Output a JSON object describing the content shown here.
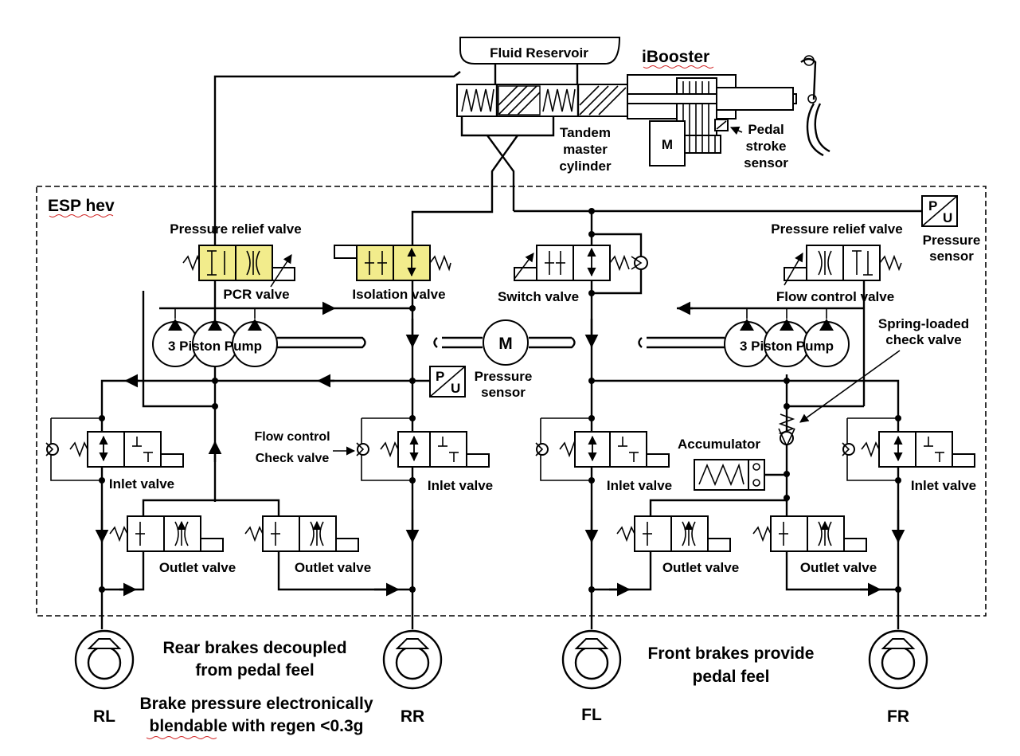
{
  "labels": {
    "fluid_reservoir": "Fluid Reservoir",
    "ibooster": "iBooster",
    "motor_small": "M",
    "tandem_1": "Tandem",
    "tandem_2": "master",
    "tandem_3": "cylinder",
    "pedal_1": "Pedal",
    "pedal_2": "stroke",
    "pedal_3": "sensor",
    "esp_hev": "ESP hev",
    "prv_left": "Pressure relief valve",
    "prv_right": "Pressure relief valve",
    "pressure_sensor_top_1": "Pressure",
    "pressure_sensor_top_2": "sensor",
    "pcr_valve": "PCR valve",
    "isolation_valve": "Isolation valve",
    "switch_valve": "Switch valve",
    "flow_control_valve": "Flow control valve",
    "pump_left": "3 Piston Pump",
    "pump_right": "3 Piston Pump",
    "motor_center": "M",
    "spring_check_1": "Spring-loaded",
    "spring_check_2": "check valve",
    "pressure_sensor_mid_1": "Pressure",
    "pressure_sensor_mid_2": "sensor",
    "flow_control_check_1": "Flow control",
    "flow_control_check_2": "Check valve",
    "accumulator": "Accumulator",
    "inlet_rl": "Inlet valve",
    "inlet_rr": "Inlet valve",
    "inlet_fl": "Inlet valve",
    "inlet_fr": "Inlet valve",
    "outlet_1": "Outlet valve",
    "outlet_2": "Outlet valve",
    "outlet_3": "Outlet valve",
    "outlet_4": "Outlet valve",
    "psens_letter_p": "P",
    "psens_letter_u": "U",
    "rear_note_1": "Rear brakes decoupled",
    "rear_note_2": "from pedal feel",
    "front_note_1": "Front brakes provide",
    "front_note_2": "pedal feel",
    "blend_note_1": "Brake pressure electronically",
    "blend_note_2": "blendable with regen <0.3g",
    "wheel_rl": "RL",
    "wheel_rr": "RR",
    "wheel_fl": "FL",
    "wheel_fr": "FR"
  },
  "colors": {
    "line": "#000000",
    "highlight": "#f2ec8c",
    "spellcheck_underline": "#d02020"
  }
}
